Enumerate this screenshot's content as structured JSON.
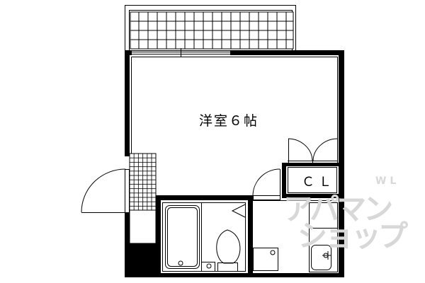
{
  "floor_plan": {
    "rooms": [
      {
        "id": "western-room",
        "label": "洋室６帖",
        "type": "Western-style room",
        "size_jo": 6
      },
      {
        "id": "closet",
        "label": "ＣＬ",
        "type": "Closet"
      },
      {
        "id": "unit-bath",
        "label": "",
        "type": "Unit bath (tub + toilet)"
      },
      {
        "id": "washroom-kitchen",
        "label": "",
        "type": "Kitchen / washing machine area"
      },
      {
        "id": "entrance",
        "label": "",
        "type": "Genkan (tiled entry)"
      },
      {
        "id": "balcony",
        "label": "",
        "type": "Balcony"
      }
    ],
    "colors": {
      "wall": "#000000",
      "background": "#ffffff",
      "watermark": "#d8d8d8"
    }
  },
  "watermark": {
    "line1": "アパマン",
    "line2": "ショップ",
    "sup": "W L"
  }
}
